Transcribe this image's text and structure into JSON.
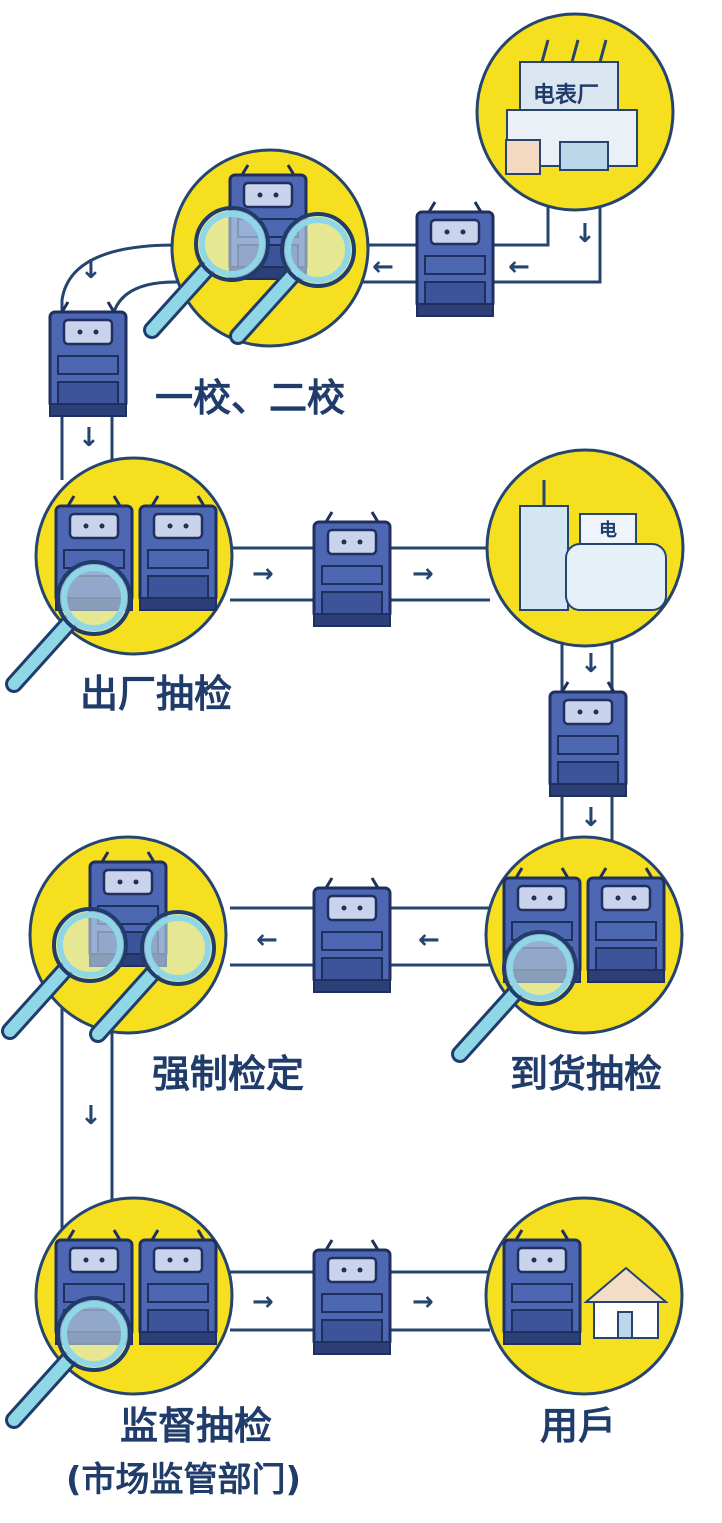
{
  "factory": {
    "sign": "电表厂"
  },
  "stages": {
    "calibration": {
      "label": "一校、二校"
    },
    "factory_sampling": {
      "label": "出厂抽检"
    },
    "arrival_sampling": {
      "label": "到货抽检"
    },
    "mandatory_verification": {
      "label": "强制检定"
    },
    "supervision_sampling": {
      "label": "监督抽检",
      "sublabel": "(市场监管部门)"
    },
    "user": {
      "label": "用戶"
    }
  },
  "utility_sign": "电",
  "colors": {
    "circle": "#f6df1f",
    "meter": "#4d67b3",
    "meter_dark": "#1f2f5e",
    "line": "#25456f",
    "magnifier_handle": "#8fd6e6"
  }
}
